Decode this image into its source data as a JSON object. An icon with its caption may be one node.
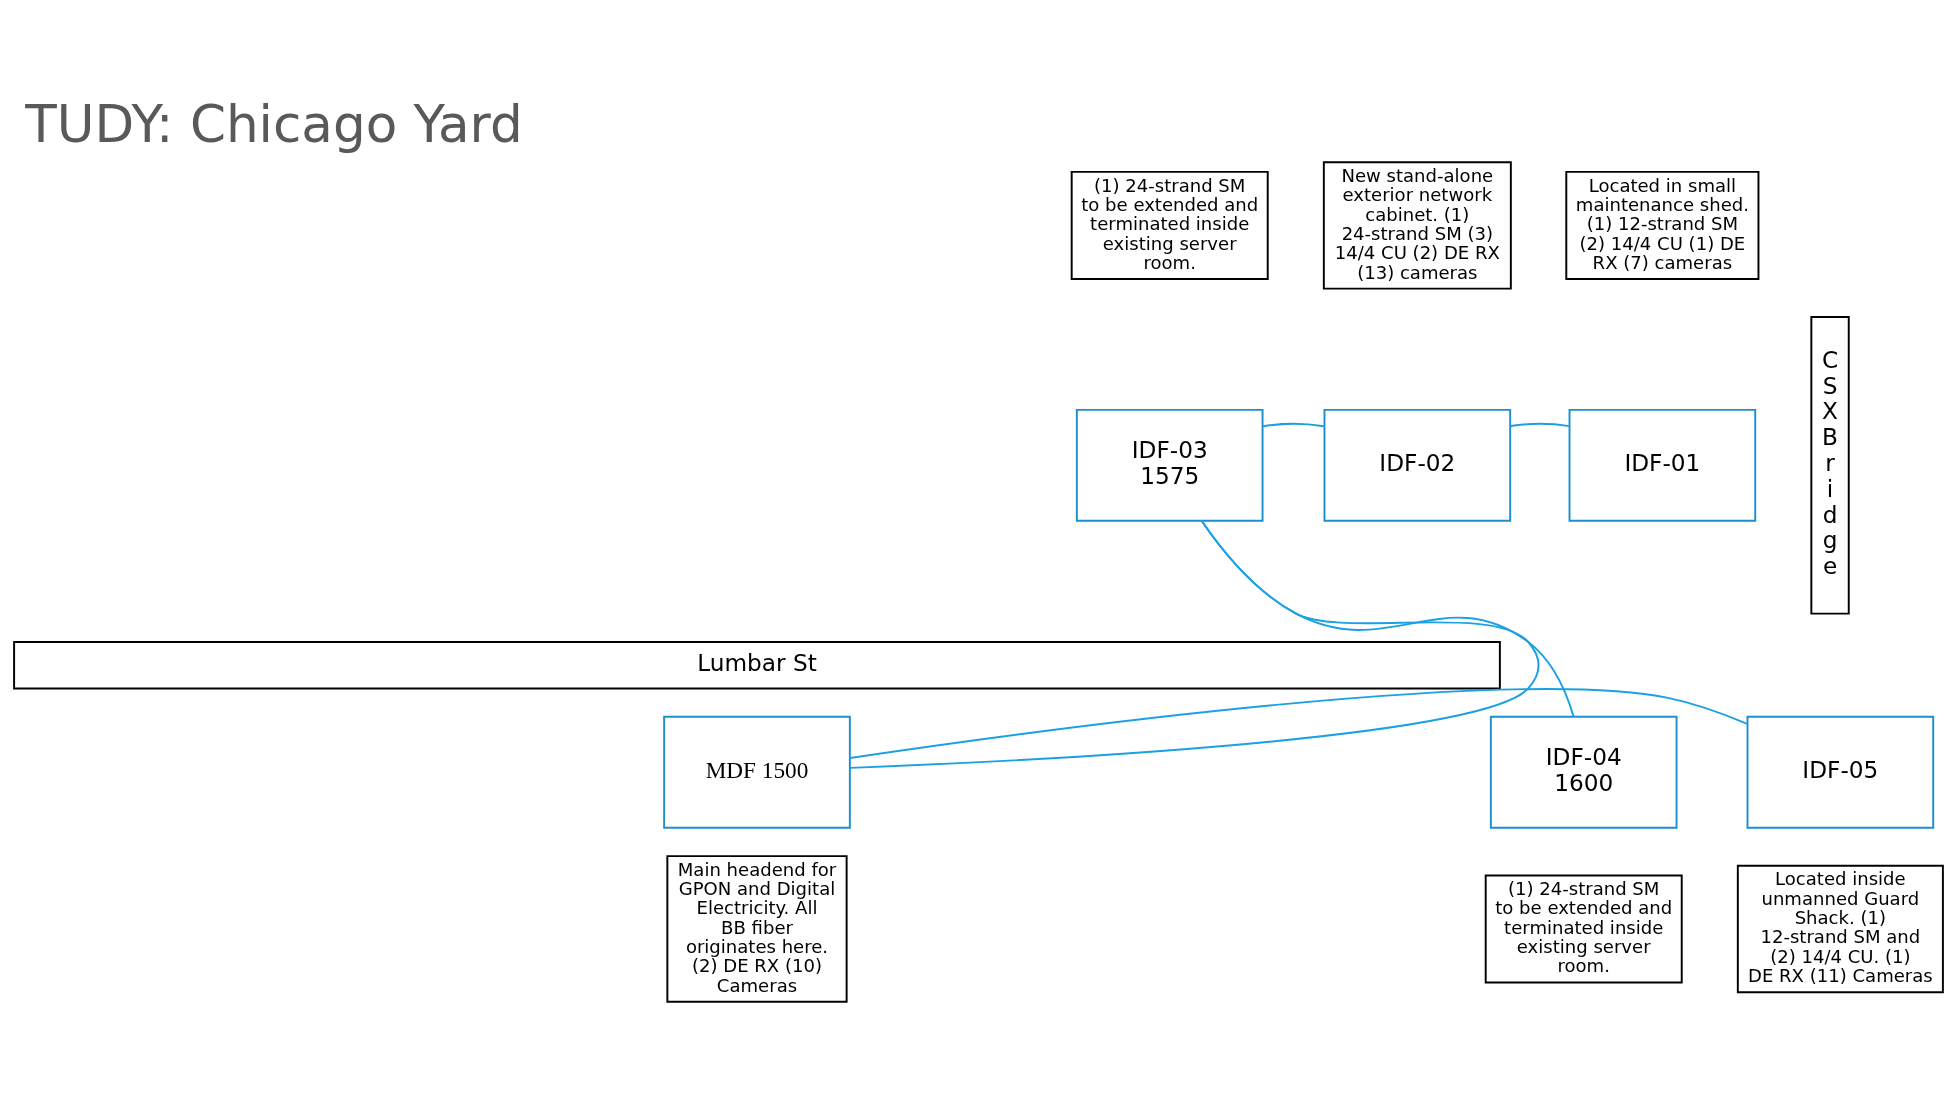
{
  "diagram": {
    "title": "TUDY: Chicago Yard",
    "nodes": [
      {
        "text": [
          "(1) 24-strand SM to be extended and terminated inside existing server room."
        ]
      },
      {
        "text": [
          "New stand-alone exterior network cabinet. (1) 24-strand SM (3) 14/4 CU (2) DE RX (13) cameras"
        ]
      },
      {
        "text": [
          "Located in small maintenance shed. (1) 12-strand SM (2) 14/4 CU (1) DE RX (7) cameras"
        ]
      },
      {
        "text": [
          "CSX Bridge"
        ]
      },
      {
        "text": [
          "IDF-03 1575"
        ]
      },
      {
        "text": [
          "IDF-02"
        ]
      },
      {
        "text": [
          "IDF-01"
        ]
      },
      {
        "text": [
          "Lumbar St"
        ]
      },
      {
        "text": [
          "IDF-05"
        ]
      },
      {
        "text": [
          "MDF 1500"
        ]
      },
      {
        "text": [
          "IDF-04 1600"
        ]
      },
      {
        "text": [
          "Located inside unmanned Guard Shack. (1) 12-strand SM and (2) 14/4 CU. (1) DE RX (11) Cameras"
        ]
      },
      {
        "text": [
          "Main headend for GPON and Digital Electricity. All BB fiber originates here. (2) DE RX (10) Cameras"
        ]
      },
      {
        "text": [
          "(1) 24-strand SM to be extended and terminated inside existing server room."
        ]
      }
    ],
    "edges": [
      {
        "from": 4,
        "to": 5,
        "arrow": "none"
      },
      {
        "from": 5,
        "to": 6,
        "arrow": "none"
      },
      {
        "from": 8,
        "to": 9,
        "arrow": "none"
      },
      {
        "from": 9,
        "to": 4,
        "arrow": "none"
      },
      {
        "from": 4,
        "to": 10,
        "arrow": "none"
      }
    ]
  }
}
